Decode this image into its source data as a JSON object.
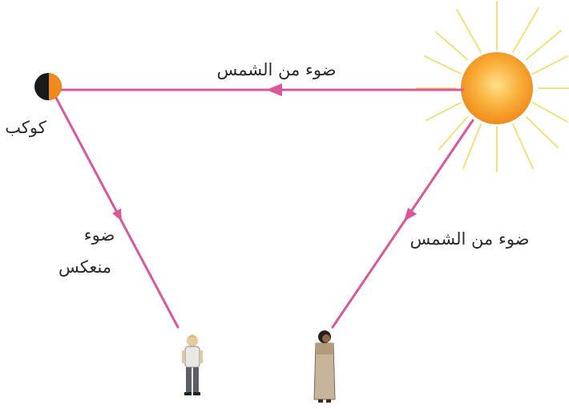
{
  "labels": {
    "top_ray": "ضوء من الشمس",
    "planet": "كوكب",
    "reflected_line1": "ضوء",
    "reflected_line2": "منعكس",
    "right_ray": "ضوء من الشمس"
  },
  "colors": {
    "ray": "#d9579b",
    "sun_core": "#f6a22a",
    "sun_rays": "#f4df78",
    "planet_dark": "#1a1a1a",
    "planet_lit": "#f08a1c",
    "text": "#2a2a2a"
  },
  "icons": {
    "sun": "sun-icon",
    "planet": "planet-icon",
    "observer_left": "person-icon",
    "observer_right": "person-icon"
  }
}
